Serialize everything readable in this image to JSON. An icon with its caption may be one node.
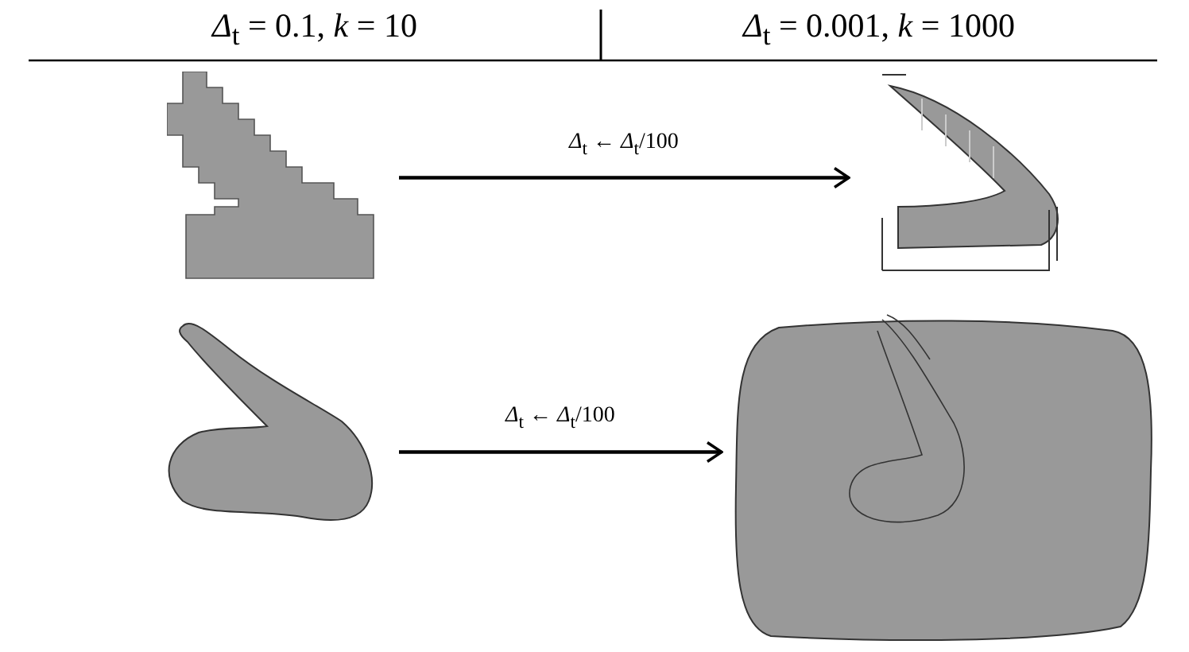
{
  "diagram": {
    "nodes": [
      {
        "text": [],
        "shape": "picture"
      },
      {
        "text": [],
        "shape": "picture"
      },
      {
        "text": [],
        "shape": "picture"
      },
      {
        "text": [],
        "shape": "picture"
      }
    ],
    "edges": [
      {
        "from": 0,
        "to": 1,
        "arrow": "to",
        "label": "*Δ*$_{t}$ ← *Δ*$_{t}$/100"
      },
      {
        "from": 2,
        "to": 3,
        "arrow": "to",
        "label": "*Δ*$_{t}$ ← *Δ*$_{t}$/100"
      }
    ],
    "labels": [
      "*Δ*$_{t}$ = 0.1, *k* = 10",
      "*Δ*$_{t}$ = 0.001, *k* = 1000"
    ]
  }
}
